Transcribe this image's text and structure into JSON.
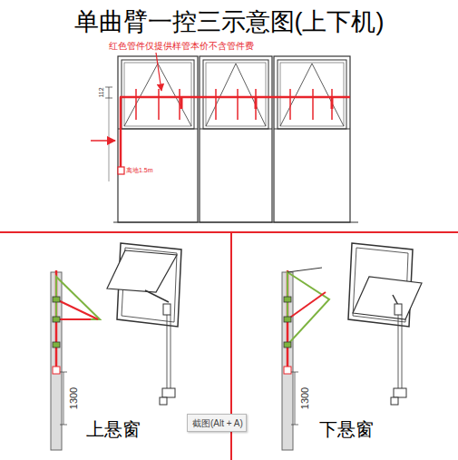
{
  "diagram": {
    "title": "单曲臂一控三示意图(上下机)",
    "nodes": [
      {
        "text": [
          "截图(Alt + A)"
        ]
      }
    ],
    "edges": [],
    "labels": [
      "红色管件仅提供样管本价不含管件费",
      "112",
      "离地1.5m",
      "1300",
      "上悬窗",
      "1300",
      "下悬窗"
    ]
  }
}
